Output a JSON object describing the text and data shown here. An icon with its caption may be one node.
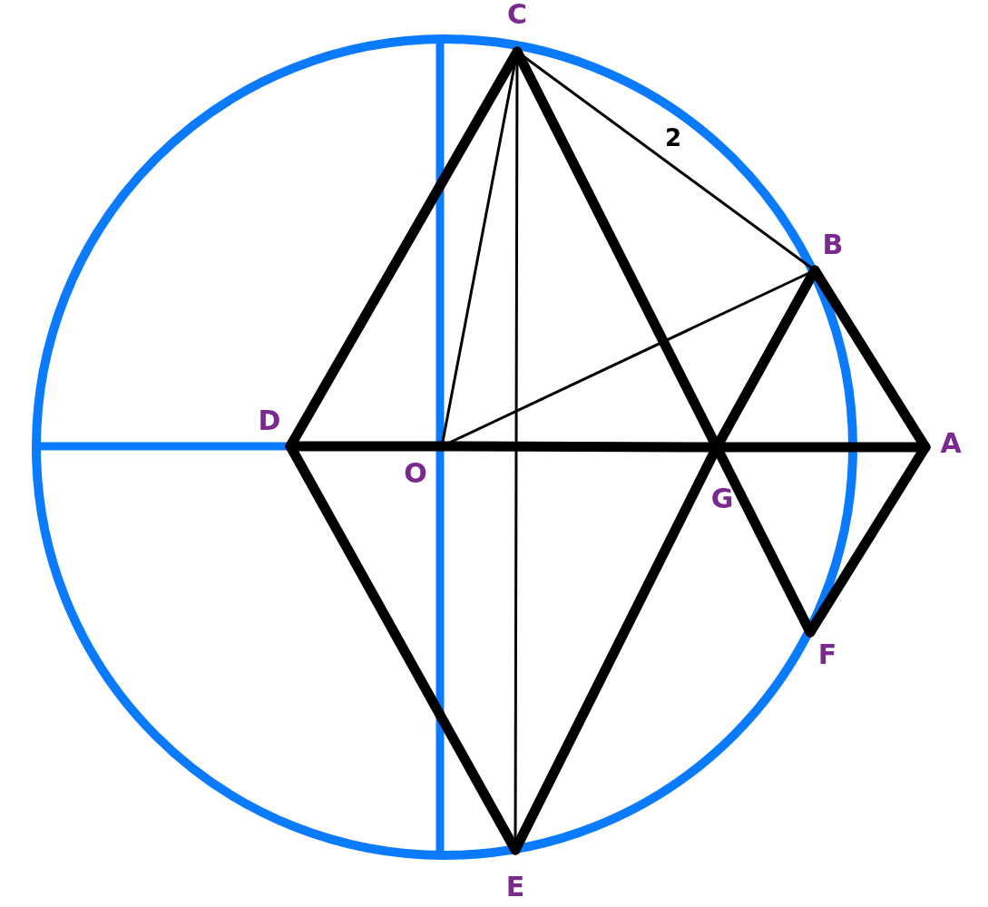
{
  "diagram": {
    "nodes": [
      {
        "text": [
          "C"
        ]
      },
      {
        "text": [
          "B"
        ]
      },
      {
        "text": [
          "D"
        ]
      },
      {
        "text": [
          "A"
        ]
      },
      {
        "text": [
          "O"
        ]
      },
      {
        "text": [
          "G"
        ]
      },
      {
        "text": [
          "F"
        ]
      },
      {
        "text": [
          "E"
        ]
      }
    ],
    "edges": [
      {
        "from": 0,
        "to": 2,
        "arrow": "none"
      },
      {
        "from": 2,
        "to": 7,
        "arrow": "none"
      },
      {
        "from": 7,
        "to": 5,
        "arrow": "none"
      },
      {
        "from": 5,
        "to": 1,
        "arrow": "none"
      },
      {
        "from": 1,
        "to": 3,
        "arrow": "none"
      },
      {
        "from": 3,
        "to": 6,
        "arrow": "none"
      },
      {
        "from": 6,
        "to": 5,
        "arrow": "none"
      },
      {
        "from": 5,
        "to": 0,
        "arrow": "none"
      },
      {
        "from": 2,
        "to": 4,
        "arrow": "none"
      },
      {
        "from": 4,
        "to": 5,
        "arrow": "none"
      },
      {
        "from": 5,
        "to": 3,
        "arrow": "none"
      },
      {
        "from": 0,
        "to": 4,
        "arrow": "none"
      },
      {
        "from": 0,
        "to": 7,
        "arrow": "none"
      },
      {
        "from": 0,
        "to": 1,
        "arrow": "none",
        "label": "2"
      },
      {
        "from": 4,
        "to": 1,
        "arrow": "none"
      }
    ]
  }
}
